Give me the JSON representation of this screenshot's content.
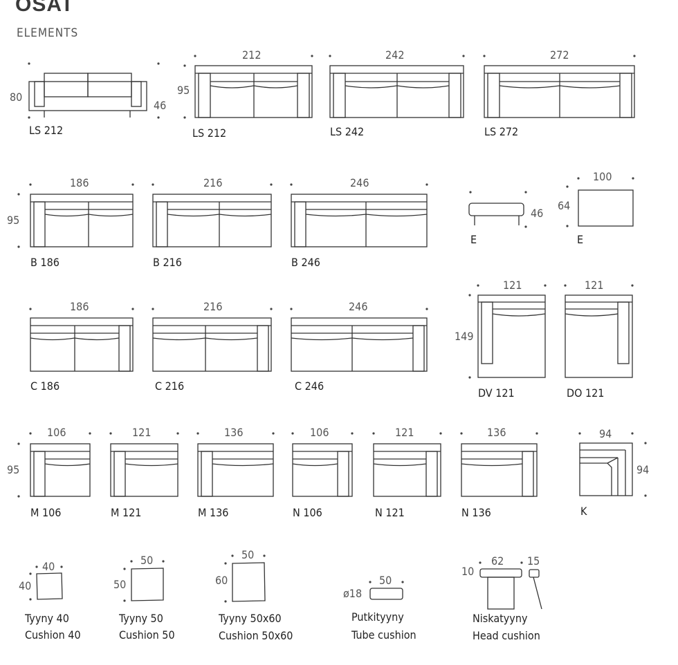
{
  "header": {
    "title": "OSAT",
    "subtitle": "ELEMENTS"
  },
  "row1": {
    "ls212a": {
      "label": "LS 212",
      "dim_h": "80",
      "dim_h2": "46"
    },
    "ls212b": {
      "label": "LS 212",
      "dim_w": "212",
      "dim_h": "95"
    },
    "ls242": {
      "label": "LS 242",
      "dim_w": "242"
    },
    "ls272": {
      "label": "LS 272",
      "dim_w": "272"
    }
  },
  "row2": {
    "b186": {
      "label": "B 186",
      "dim_w": "186",
      "dim_h": "95"
    },
    "b216": {
      "label": "B 216",
      "dim_w": "216"
    },
    "b246": {
      "label": "B 246",
      "dim_w": "246"
    },
    "e1": {
      "label": "E",
      "dim_h": "46"
    },
    "e2": {
      "label": "E",
      "dim_w": "100",
      "dim_h": "64"
    }
  },
  "row3": {
    "c186": {
      "label": "C 186",
      "dim_w": "186"
    },
    "c216": {
      "label": "C 216",
      "dim_w": "216"
    },
    "c246": {
      "label": "C 246",
      "dim_w": "246"
    },
    "dv121": {
      "label": "DV 121",
      "dim_w": "121",
      "dim_h": "149"
    },
    "do121": {
      "label": "DO 121",
      "dim_w": "121"
    }
  },
  "row4": {
    "dim_h": "95",
    "m106": {
      "label": "M 106",
      "dim_w": "106"
    },
    "m121": {
      "label": "M 121",
      "dim_w": "121"
    },
    "m136": {
      "label": "M 136",
      "dim_w": "136"
    },
    "n106": {
      "label": "N 106",
      "dim_w": "106"
    },
    "n121": {
      "label": "N 121",
      "dim_w": "121"
    },
    "n136": {
      "label": "N 136",
      "dim_w": "136"
    },
    "k": {
      "label": "K",
      "dim_w": "94",
      "dim_h": "94"
    }
  },
  "row5": {
    "c40": {
      "line1": "Tyyny 40",
      "line2": "Cushion 40",
      "dim_w": "40",
      "dim_h": "40"
    },
    "c50": {
      "line1": "Tyyny 50",
      "line2": "Cushion 50",
      "dim_w": "50",
      "dim_h": "50"
    },
    "c5060": {
      "line1": "Tyyny 50x60",
      "line2": "Cushion 50x60",
      "dim_w": "50",
      "dim_h": "60"
    },
    "tube": {
      "line1": "Putkityyny",
      "line2": "Tube cushion",
      "dim_w": "50",
      "dim_d": "ø18"
    },
    "head": {
      "line1": "Niskatyyny",
      "line2": "Head cushion",
      "dim_w": "62",
      "dim_h": "10",
      "dim_d": "15"
    }
  }
}
